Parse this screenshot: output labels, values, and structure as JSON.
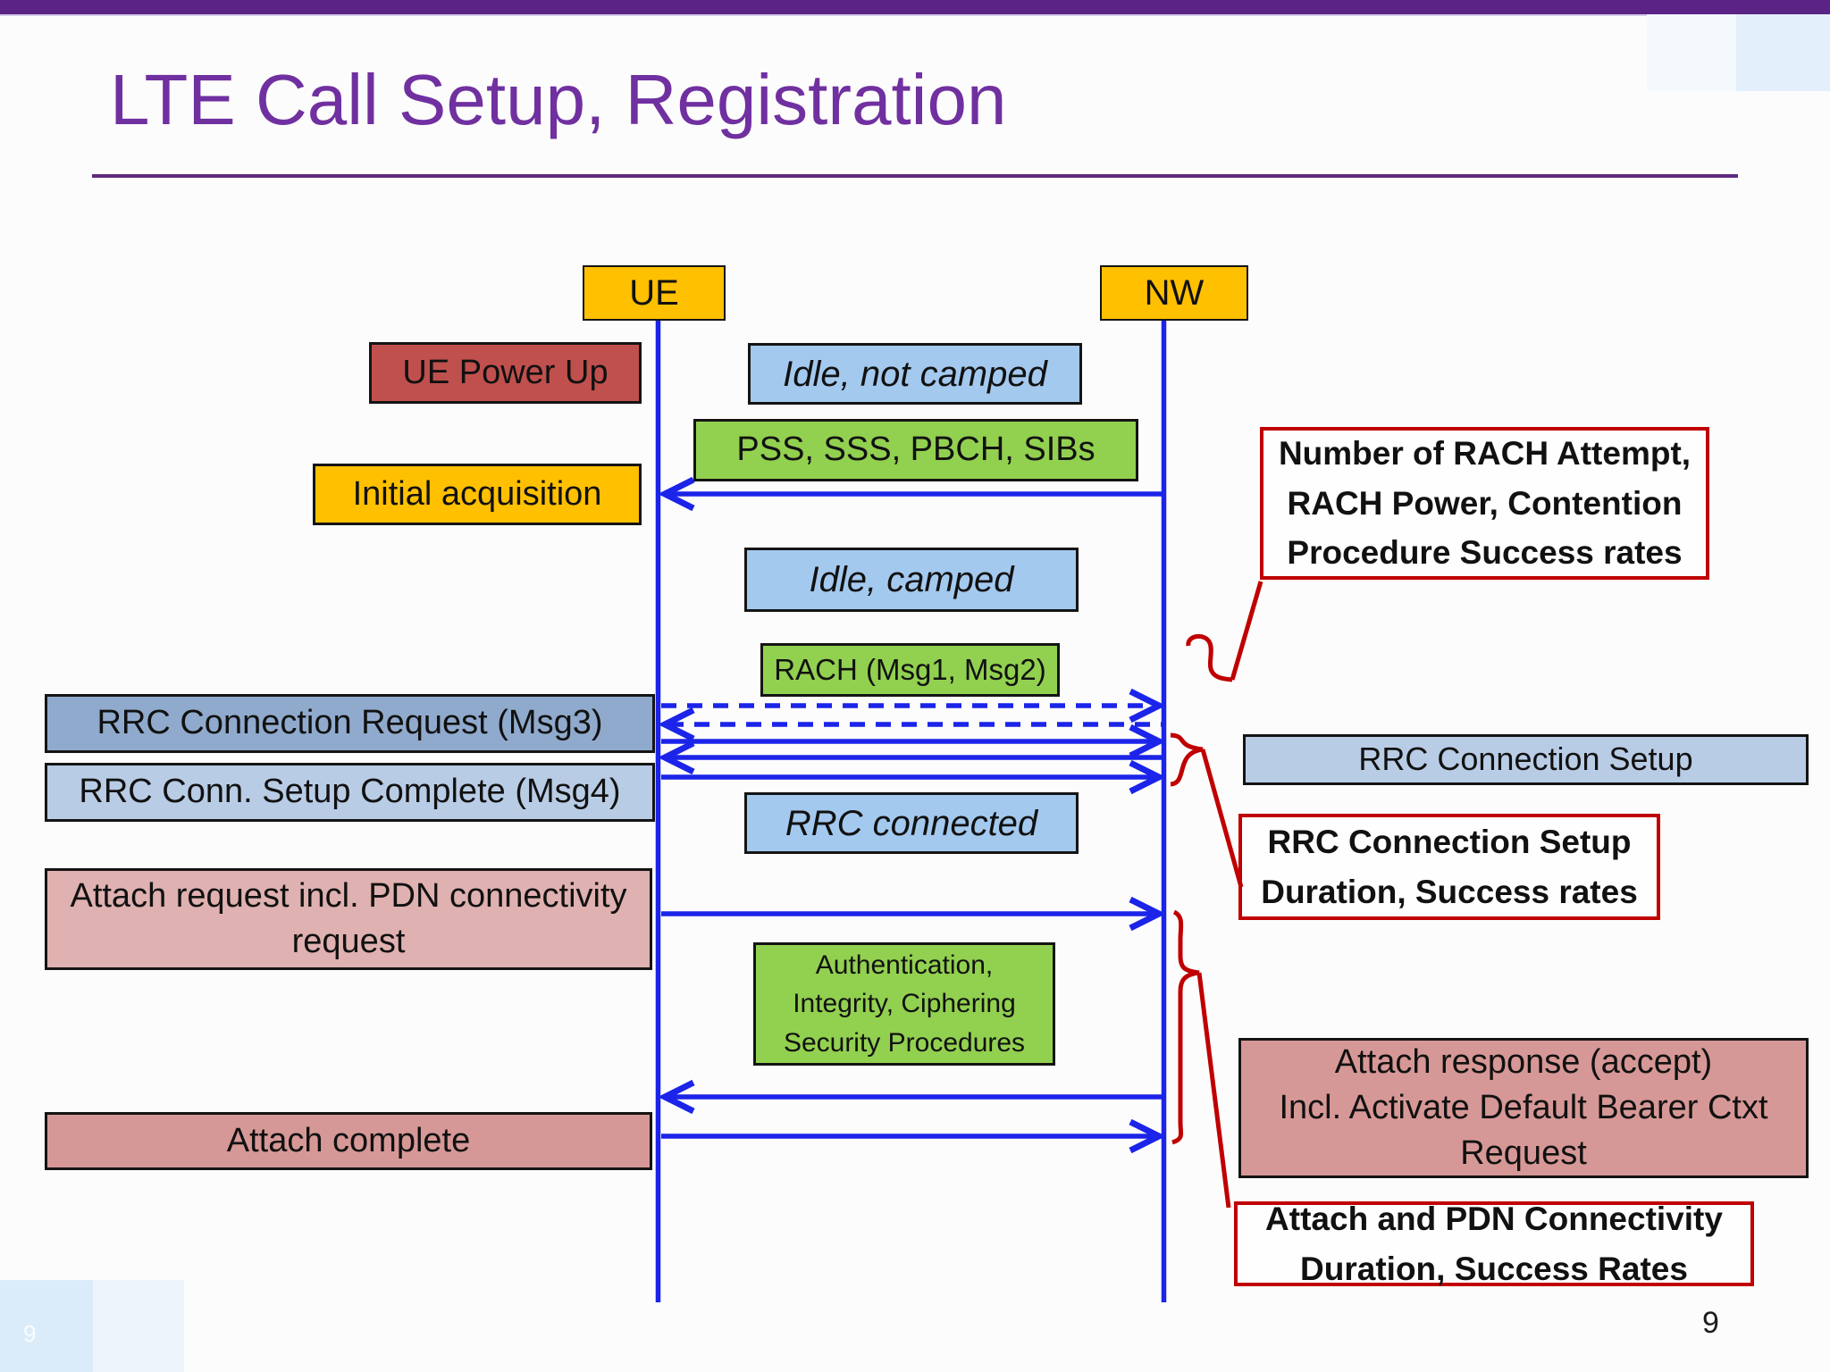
{
  "header": {
    "title": "LTE Call Setup, Registration"
  },
  "actors": {
    "ue": "UE",
    "nw": "NW"
  },
  "ue_column": {
    "power_up": "UE Power Up",
    "initial_acquisition": "Initial acquisition",
    "rrc_request": "RRC Connection Request (Msg3)",
    "rrc_complete": "RRC Conn. Setup Complete (Msg4)",
    "attach_request": "Attach request incl. PDN connectivity\nrequest",
    "attach_complete": "Attach complete"
  },
  "channel": {
    "idle_not_camped": "Idle, not camped",
    "pss": "PSS, SSS, PBCH, SIBs",
    "idle_camped": "Idle, camped",
    "rach": "RACH (Msg1, Msg2)",
    "rrc_connected": "RRC connected",
    "auth": "Authentication,\nIntegrity, Ciphering\nSecurity Procedures"
  },
  "nw_column": {
    "rrc_setup": "RRC Connection Setup",
    "attach_response": "Attach response (accept)\nIncl. Activate Default Bearer Ctxt\nRequest"
  },
  "kpis": {
    "rach_kpi": "Number of RACH Attempt,\nRACH Power, Contention\nProcedure Success rates",
    "rrc_kpi": "RRC Connection Setup\nDuration, Success rates",
    "attach_kpi": "Attach and PDN Connectivity\nDuration, Success Rates"
  },
  "footer": {
    "page_number": "9",
    "corner_page_number": "9"
  },
  "colors": {
    "accent_purple": "#7030A0",
    "bar_purple": "#5A2385",
    "gold": "#FFC000",
    "state_blue": "#A4C9EF",
    "green": "#92D050",
    "msg3_blue": "#90AACD",
    "msg4_blue": "#B9CCE5",
    "pink_light": "#DFB1B0",
    "pink": "#D69896",
    "dark_red_box": "#C0504D",
    "annotation_red": "#C00000",
    "arrow_blue": "#1B24E8"
  }
}
